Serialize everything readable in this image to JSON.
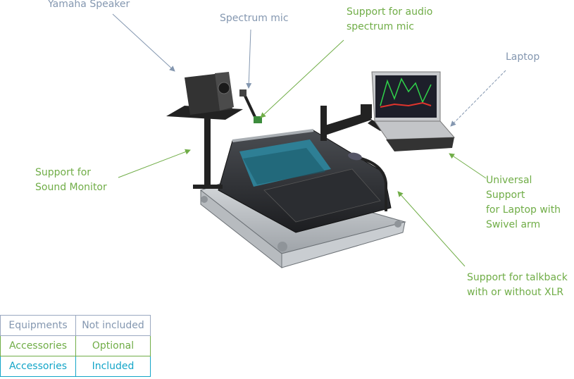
{
  "labels": {
    "yamaha_speaker": "Yamaha Speaker",
    "spectrum_mic": "Spectrum mic",
    "support_audio_mic": "Support for audio\nspectrum mic",
    "laptop": "Laptop",
    "support_sound_monitor": "Support for\nSound Monitor",
    "universal_support": "Universal Support\nfor Laptop with\nSwivel arm",
    "support_talkback": "Support for talkback\nwith or without XLR"
  },
  "legend": [
    {
      "category": "Equipments",
      "status": "Not included",
      "color": "#8497b0"
    },
    {
      "category": "Accessories",
      "status": "Optional",
      "color": "#70ad47"
    },
    {
      "category": "Accessories",
      "status": "Included",
      "color": "#13a5c8"
    }
  ],
  "colors": {
    "equipment": "#8497b0",
    "optional": "#70ad47",
    "included": "#13a5c8"
  }
}
